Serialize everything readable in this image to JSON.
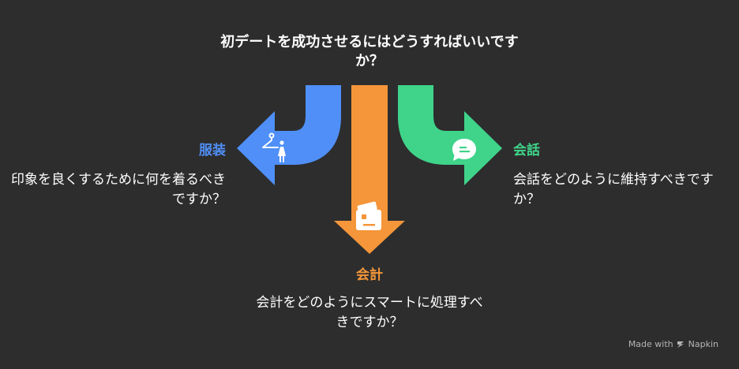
{
  "title": "初デートを成功させるにはどうすればいいですか？",
  "colors": {
    "background": "#2d2d2d",
    "left": "#4f8ff7",
    "center": "#f5963a",
    "right": "#3fd48a"
  },
  "branches": {
    "left": {
      "label": "服装",
      "description": "印象を良くするために何を着るべきですか？",
      "icon": "hanger-person-icon"
    },
    "center": {
      "label": "会計",
      "description": "会計をどのようにスマートに処理すべきですか？",
      "icon": "payment-card-icon"
    },
    "right": {
      "label": "会話",
      "description": "会話をどのように維持すべきですか？",
      "icon": "chat-bubble-icon"
    }
  },
  "footer": {
    "made_with": "Made with",
    "brand": "Napkin"
  }
}
